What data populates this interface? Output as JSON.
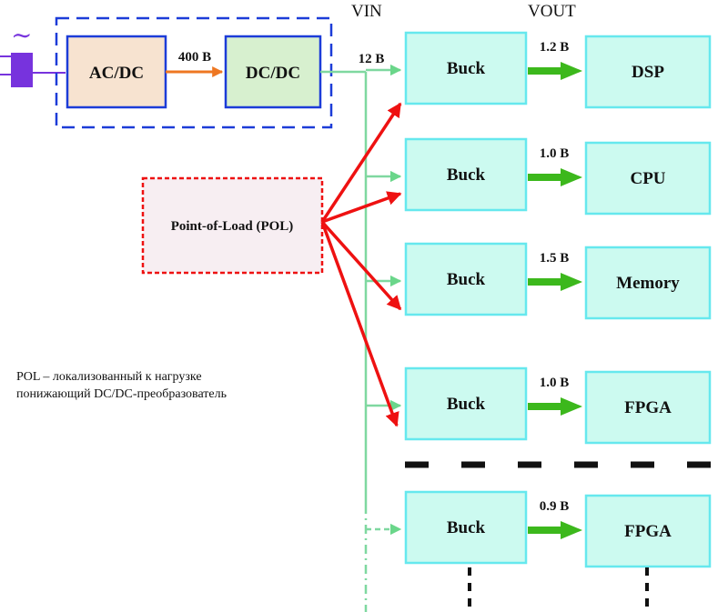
{
  "headers": {
    "vin": "VIN",
    "vout": "VOUT"
  },
  "source": {
    "acdc": "AC/DC",
    "dcdc": "DC/DC",
    "mid_voltage": "400 В",
    "bus_voltage": "12 В",
    "ac_symbol": "∼"
  },
  "pol_box": {
    "label": "Point-of-Load (POL)"
  },
  "rails": [
    {
      "buck": "Buck",
      "voltage": "1.2 В",
      "load": "DSP"
    },
    {
      "buck": "Buck",
      "voltage": "1.0 В",
      "load": "CPU"
    },
    {
      "buck": "Buck",
      "voltage": "1.5 В",
      "load": "Memory"
    },
    {
      "buck": "Buck",
      "voltage": "1.0 В",
      "load": "FPGA"
    },
    {
      "buck": "Buck",
      "voltage": "0.9 В",
      "load": "FPGA"
    }
  ],
  "note": {
    "line1": "POL – локализованный к нагрузке",
    "line2": "понижающий DC/DC-преобразователь"
  },
  "colors": {
    "box_fill": "#ccfaf0",
    "box_stroke": "#66e8ee",
    "green_arrow": "#3cb81c",
    "bus_line": "#7fd8a0",
    "red_arrow": "#ee1111",
    "orange_arrow": "#ee7722",
    "blue_frame": "#1c3cd8",
    "acdc_fill": "#f7e3d0",
    "dcdc_fill": "#d7f0cf",
    "pol_fill": "#f7eef2",
    "plug": "#7733dd"
  }
}
